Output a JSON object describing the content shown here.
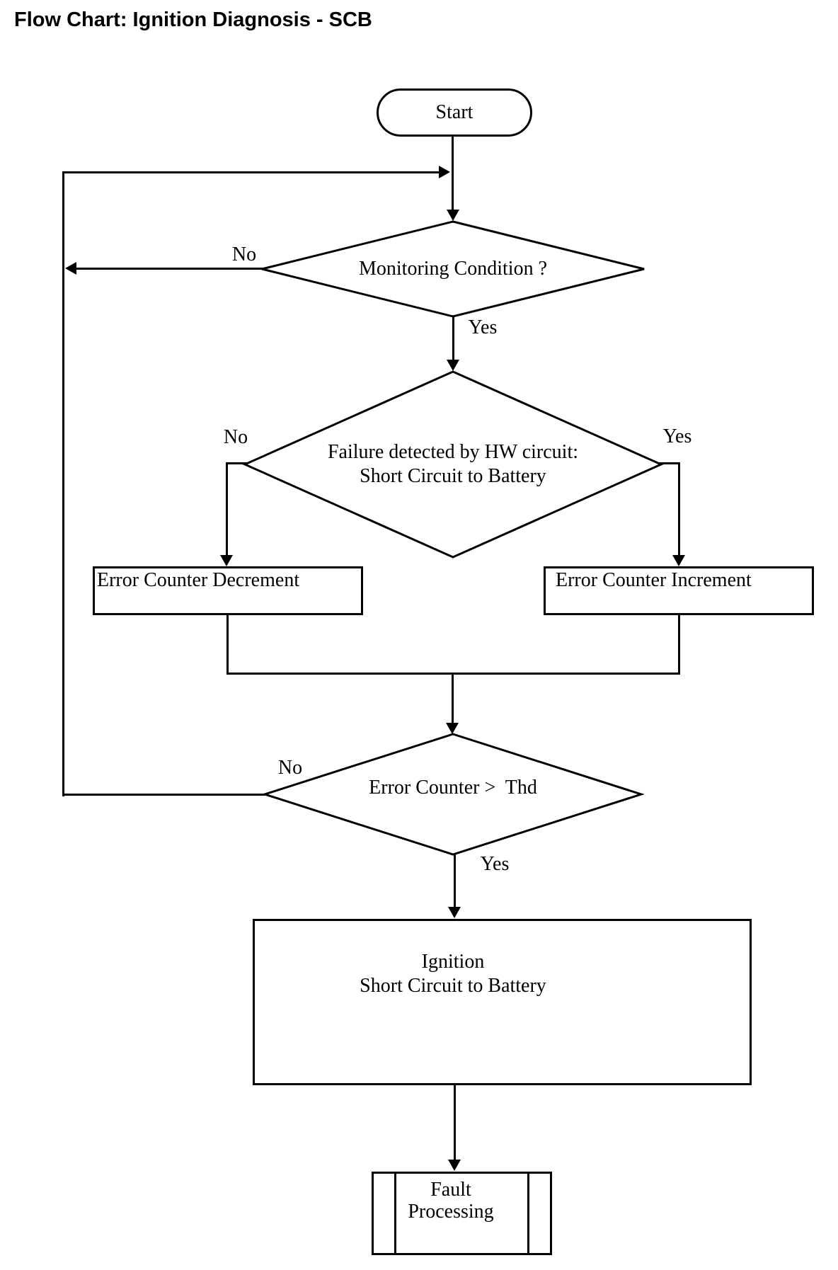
{
  "title": "Flow Chart: Ignition Diagnosis - SCB",
  "nodes": {
    "start": {
      "type": "terminator",
      "label": "Start"
    },
    "monitoring": {
      "type": "decision",
      "label": "Monitoring Condition ?"
    },
    "failure": {
      "type": "decision",
      "line1": "Failure detected by HW circuit:",
      "line2": "Short Circuit to Battery"
    },
    "decrement": {
      "type": "process",
      "label": "Error Counter Decrement"
    },
    "increment": {
      "type": "process",
      "label": "Error Counter Increment"
    },
    "threshold": {
      "type": "decision",
      "label": "Error Counter >  Thd"
    },
    "ignition": {
      "type": "process",
      "line1": "Ignition",
      "line2": "Short Circuit to Battery"
    },
    "fault": {
      "type": "predefined-process",
      "line1": "Fault",
      "line2": "Processing"
    }
  },
  "branch_labels": {
    "monitoring_no": "No",
    "monitoring_yes": "Yes",
    "failure_no": "No",
    "failure_yes": "Yes",
    "threshold_no": "No",
    "threshold_yes": "Yes"
  },
  "colors": {
    "line": "#000000",
    "background": "#ffffff",
    "text": "#000000"
  }
}
